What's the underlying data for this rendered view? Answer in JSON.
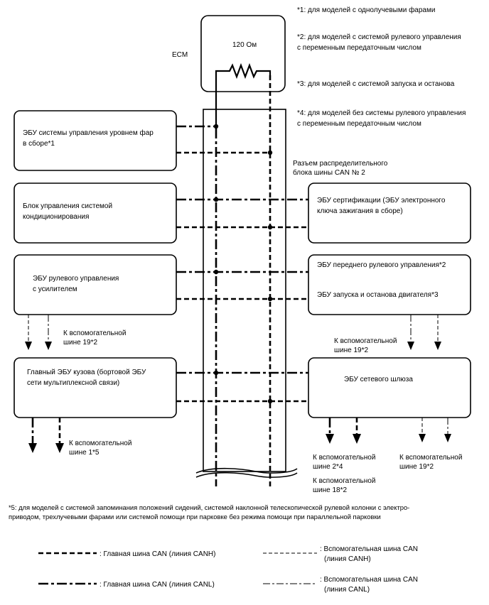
{
  "notes": {
    "n1": "*1: для моделей с однолучевыми фарами",
    "n2a": "*2: для моделей с системой рулевого управления",
    "n2b": "с переменным передаточным числом",
    "n3": "*3: для моделей с системой запуска и останова",
    "n4a": "*4: для моделей без системы рулевого управления",
    "n4b": "с переменным передаточным числом",
    "n5a": "*5: для моделей с системой запоминания положений сидений, системой наклонной телескопической рулевой колонки с электро-",
    "n5b": "приводом, трехлучевыми фарами или системой помощи при парковке без режима помощи при параллельной парковки"
  },
  "ecm": {
    "label": "ECM",
    "resistor": "120 Ом"
  },
  "connector": {
    "line1": "Разъем распределительного",
    "line2": "блока шины CAN № 2"
  },
  "left": {
    "headlight": {
      "l1": "ЭБУ системы управления уровнем фар",
      "l2": "в сборе*1"
    },
    "ac": {
      "l1": "Блок управления системой",
      "l2": "кондиционирования"
    },
    "eps": {
      "l1": "ЭБУ рулевого управления",
      "l2": "с усилителем"
    },
    "body": {
      "l1": "Главный ЭБУ кузова (бортовой ЭБУ",
      "l2": "сети мультиплексной связи)"
    }
  },
  "right": {
    "cert": {
      "l1": "ЭБУ сертификации (ЭБУ электронного",
      "l2": "ключа зажигания в сборе)"
    },
    "steer": {
      "l1": "ЭБУ переднего рулевого управления*2",
      "l2": "ЭБУ запуска и останова двигателя*3"
    },
    "gateway": {
      "l1": "ЭБУ сетевого шлюза"
    }
  },
  "bus_labels": {
    "eps_sub": {
      "l1": "К вспомогательной",
      "l2": "шине 19*2"
    },
    "right_sub": {
      "l1": "К вспомогательной",
      "l2": "шине 19*2"
    },
    "body_sub": {
      "l1": "К вспомогательной",
      "l2": "шине 1*5"
    },
    "gw_sub2": {
      "l1": "К вспомогательной",
      "l2": "шине 2*4"
    },
    "gw_sub18": {
      "l1": "К вспомогательной",
      "l2": "шине 18*2"
    },
    "gw_sub19": {
      "l1": "К вспомогательной",
      "l2": "шине 19*2"
    }
  },
  "legend": {
    "main_h": ": Главная шина CAN (линия CANH)",
    "main_l": ": Главная шина CAN (линия CANL)",
    "sub_h1": ": Вспомогательная шина CAN",
    "sub_h2": "(линия CANH)",
    "sub_l1": ": Вспомогательная шина CAN",
    "sub_l2": "(линия CANL)"
  }
}
